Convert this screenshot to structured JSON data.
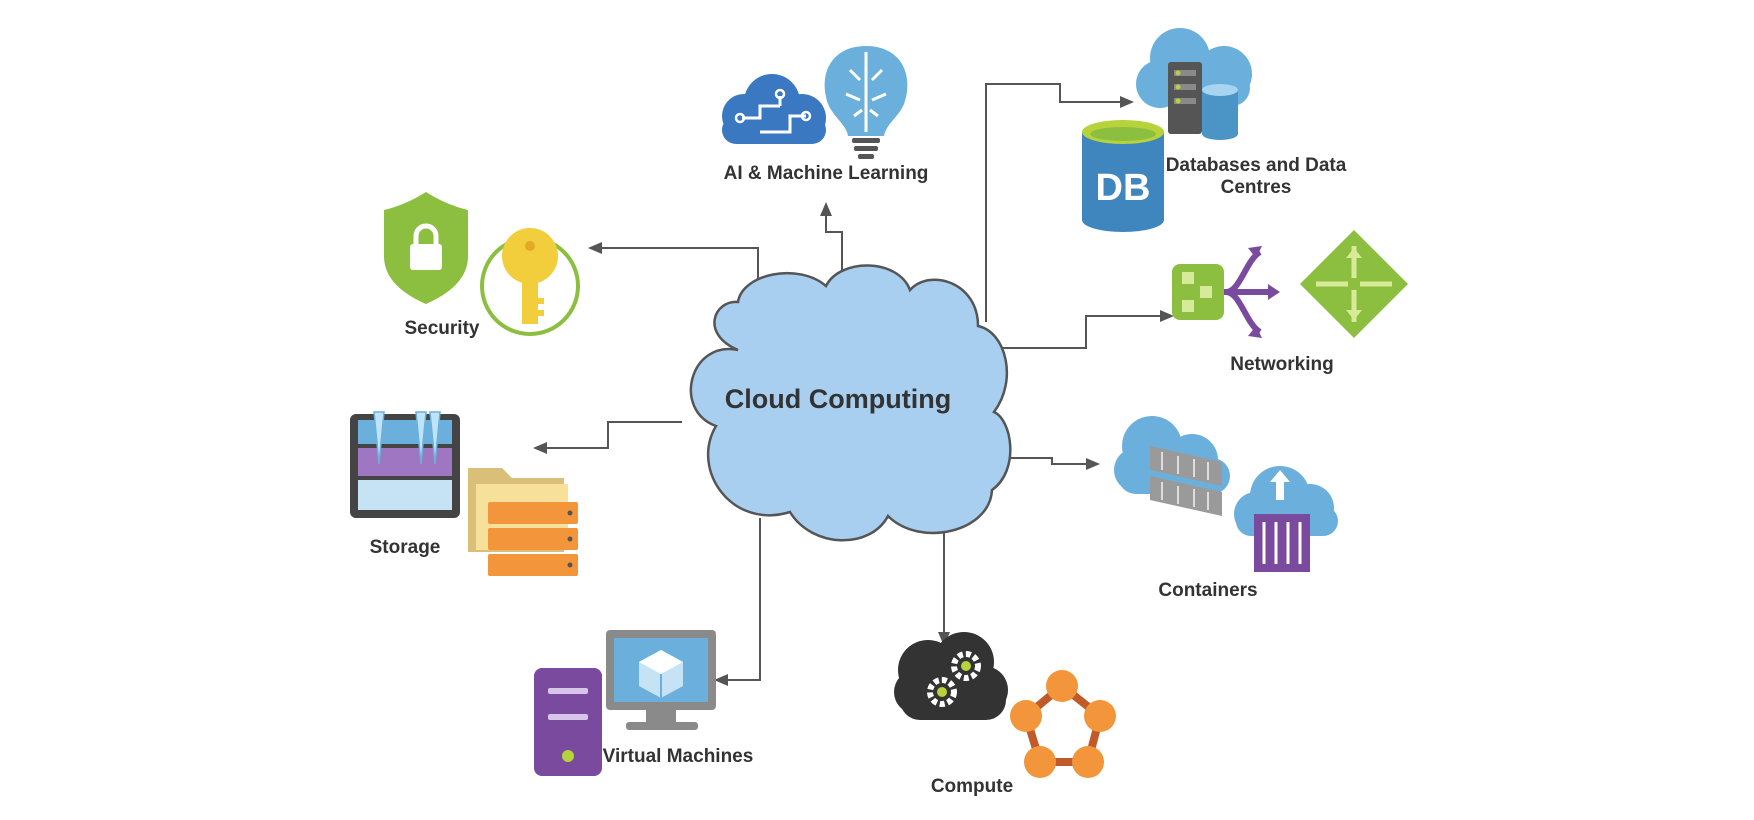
{
  "diagram": {
    "center": "Cloud Computing",
    "nodes": {
      "ai": "AI & Machine Learning",
      "databases_line1": "Databases and Data",
      "databases_line2": "Centres",
      "security": "Security",
      "networking": "Networking",
      "storage": "Storage",
      "containers": "Containers",
      "virtual_machines": "Virtual Machines",
      "compute": "Compute"
    },
    "db_badge": "DB"
  },
  "colors": {
    "cloud_center": "#a8cff0",
    "cloud_icon_blue": "#6bb0dc",
    "ai_blue": "#3a78c2",
    "security_green": "#8cbf3f",
    "key_yellow": "#f2cd3c",
    "network_purple": "#7a4a9e",
    "storage_orange": "#f3953a",
    "vm_purple": "#7a4a9e",
    "compute_dark": "#333333",
    "connector": "#555555"
  }
}
